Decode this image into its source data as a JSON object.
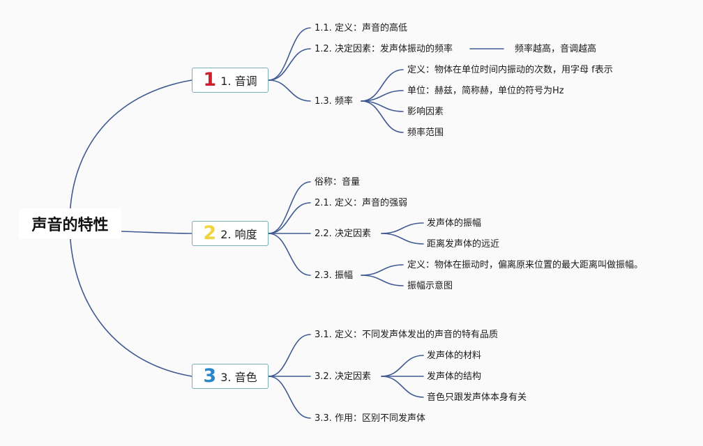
{
  "colors": {
    "line": "#3f5a92",
    "box_border": "#7aaeb2",
    "badge_1": "#d0202c",
    "badge_2": "#f0d442",
    "badge_3": "#2a88c8"
  },
  "root": {
    "title": "声音的特性"
  },
  "sections": [
    {
      "badge": "1",
      "title": "1. 音调",
      "items": [
        {
          "text": "1.1. 定义：声音的高低"
        },
        {
          "text": "1.2. 决定因素：发声体振动的频率",
          "extra": "频率越高，音调越高"
        },
        {
          "text": "1.3. 频率",
          "children": [
            "定义：物体在单位时间内振动的次数，用字母 f表示",
            "单位：赫兹，简称赫，单位的符号为Hz",
            "影响因素",
            "频率范围"
          ]
        }
      ]
    },
    {
      "badge": "2",
      "title": "2. 响度",
      "items": [
        {
          "text": "俗称：音量"
        },
        {
          "text": "2.1. 定义：声音的强弱"
        },
        {
          "text": "2.2. 决定因素",
          "children": [
            "发声体的振幅",
            "距离发声体的远近"
          ]
        },
        {
          "text": "2.3. 振幅",
          "children": [
            "定义：物体在振动时，偏离原来位置的最大距离叫做振幅。",
            "振幅示意图"
          ]
        }
      ]
    },
    {
      "badge": "3",
      "title": "3. 音色",
      "items": [
        {
          "text": "3.1. 定义：不同发声体发出的声音的特有品质"
        },
        {
          "text": "3.2. 决定因素",
          "children": [
            "发声体的材料",
            "发声体的结构",
            "音色只跟发声体本身有关"
          ]
        },
        {
          "text": "3.3. 作用：区别不同发声体"
        }
      ]
    }
  ]
}
